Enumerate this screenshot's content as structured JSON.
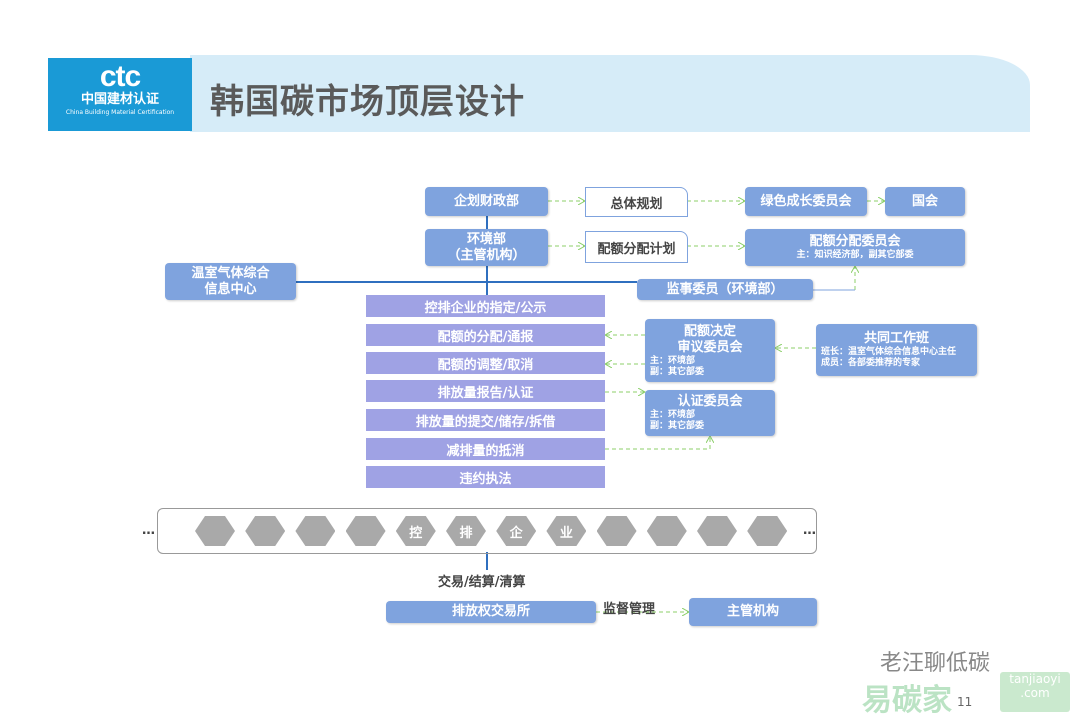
{
  "header": {
    "logo_main": "ctc",
    "logo_cn": "中国建材认证",
    "logo_en": "China Building Material Certification",
    "title": "韩国碳市场顶层设计"
  },
  "orgs": {
    "finance": "企划财政部",
    "env_line1": "环境部",
    "env_line2": "（主管机构）",
    "ghg_line1": "温室气体综合",
    "ghg_line2": "信息中心",
    "master_plan": "总体规划",
    "alloc_plan": "配额分配计划",
    "green_growth": "绿色成长委员会",
    "assembly": "国会",
    "alloc_committee": "配额分配委员会",
    "alloc_committee_sub": "主：知识经济部，副其它部委",
    "supervisor": "监事委员（环境部）",
    "decision_line1": "配额决定",
    "decision_line2": "审议委员会",
    "decision_sub1": "主：环境部",
    "decision_sub2": "副：其它部委",
    "cert": "认证委员会",
    "cert_sub1": "主：环境部",
    "cert_sub2": "副：其它部委",
    "joint": "共同工作班",
    "joint_sub1": "班长：温室气体综合信息中心主任",
    "joint_sub2": "成员：各部委推荐的专家"
  },
  "functions": [
    "控排企业的指定/公示",
    "配额的分配/通报",
    "配额的调整/取消",
    "排放量报告/认证",
    "排放量的提交/储存/拆借",
    "减排量的抵消",
    "违约执法"
  ],
  "enterprises": {
    "ellipsis": "…",
    "hex_labels": [
      "",
      "",
      "",
      "",
      "控",
      "排",
      "企",
      "业",
      "",
      "",
      "",
      ""
    ]
  },
  "bottom": {
    "trade_label": "交易/结算/清算",
    "exchange": "排放权交易所",
    "supervision": "监督管理",
    "authority": "主管机构"
  },
  "footer": {
    "watermark": "老汪聊低碳",
    "watermark2": "易碳家",
    "watermark3": "tanjiaoyi .com",
    "page_number": "11"
  }
}
